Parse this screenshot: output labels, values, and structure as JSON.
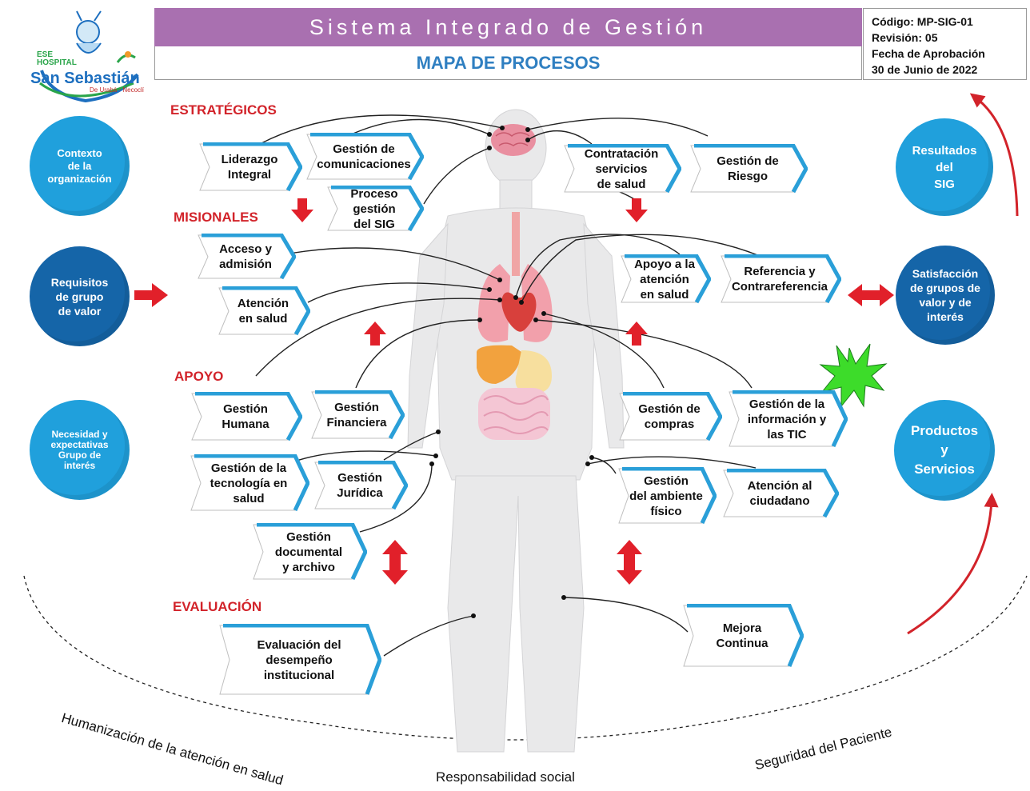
{
  "header": {
    "title": "Sistema Integrado de Gestión",
    "subtitle": "MAPA DE PROCESOS",
    "codigo": "Código: MP-SIG-01",
    "revision": "Revisión: 05",
    "fecha_label": "Fecha de Aprobación",
    "fecha": "30 de Junio de 2022"
  },
  "logo": {
    "ese": "ESE",
    "hospital": "HOSPITAL",
    "name": "San Sebastián",
    "place": "De Urabá · Necoclí"
  },
  "sections": {
    "estrategicos": "ESTRATÉGICOS",
    "misionales": "MISIONALES",
    "apoyo": "APOYO",
    "evaluacion": "EVALUACIÓN"
  },
  "inputs": {
    "contexto": [
      "Contexto",
      "de la",
      "organización"
    ],
    "requisitos": [
      "Requisitos",
      "de grupo",
      "de valor"
    ],
    "necesidad": [
      "Necesidad y",
      "expectativas",
      "Grupo de",
      "interés"
    ]
  },
  "outputs": {
    "resultados": [
      "Resultados",
      "del",
      "SIG"
    ],
    "satisfaccion": [
      "Satisfacción",
      "de grupos de",
      "valor y de",
      "interés"
    ],
    "productos": [
      "Productos",
      "y",
      "Servicios"
    ]
  },
  "processes": {
    "liderazgo": [
      "Liderazgo",
      "Integral"
    ],
    "comunicaciones": [
      "Gestión de",
      "comunicaciones"
    ],
    "sig": [
      "Proceso gestión",
      "del SIG"
    ],
    "contratacion": [
      "Contratación",
      "servicios",
      "de salud"
    ],
    "riesgo": [
      "Gestión de",
      "Riesgo"
    ],
    "acceso": [
      "Acceso y",
      "admisión"
    ],
    "atencion_salud": [
      "Atención",
      "en salud"
    ],
    "apoyo_atencion": [
      "Apoyo a la",
      "atención",
      "en salud"
    ],
    "referencia": [
      "Referencia y",
      "Contrareferencia"
    ],
    "humana": [
      "Gestión",
      "Humana"
    ],
    "financiera": [
      "Gestión",
      "Financiera"
    ],
    "compras": [
      "Gestión de",
      "compras"
    ],
    "informacion": [
      "Gestión de la",
      "información y",
      "las TIC"
    ],
    "tecnologia": [
      "Gestión de la",
      "tecnología en",
      "salud"
    ],
    "juridica": [
      "Gestión",
      "Jurídica"
    ],
    "ambiente": [
      "Gestión",
      "del ambiente",
      "físico"
    ],
    "ciudadano": [
      "Atención al",
      "ciudadano"
    ],
    "documental": [
      "Gestión",
      "documental",
      "y archivo"
    ],
    "evaluacion_desempeno": [
      "Evaluación del",
      "desempeño",
      "institucional"
    ],
    "mejora": [
      "Mejora",
      "Continua"
    ]
  },
  "footer": {
    "humanizacion": "Humanización de la atención en salud",
    "responsabilidad": "Responsabilidad social",
    "seguridad": "Seguridad del Paciente"
  },
  "colors": {
    "header_purple": "#a970b0",
    "accent_red": "#d2232a",
    "light_blue": "#20a0dc",
    "dark_blue": "#1565a8",
    "box_border": "#2a9fd8",
    "starburst": "#3ddc2a"
  }
}
